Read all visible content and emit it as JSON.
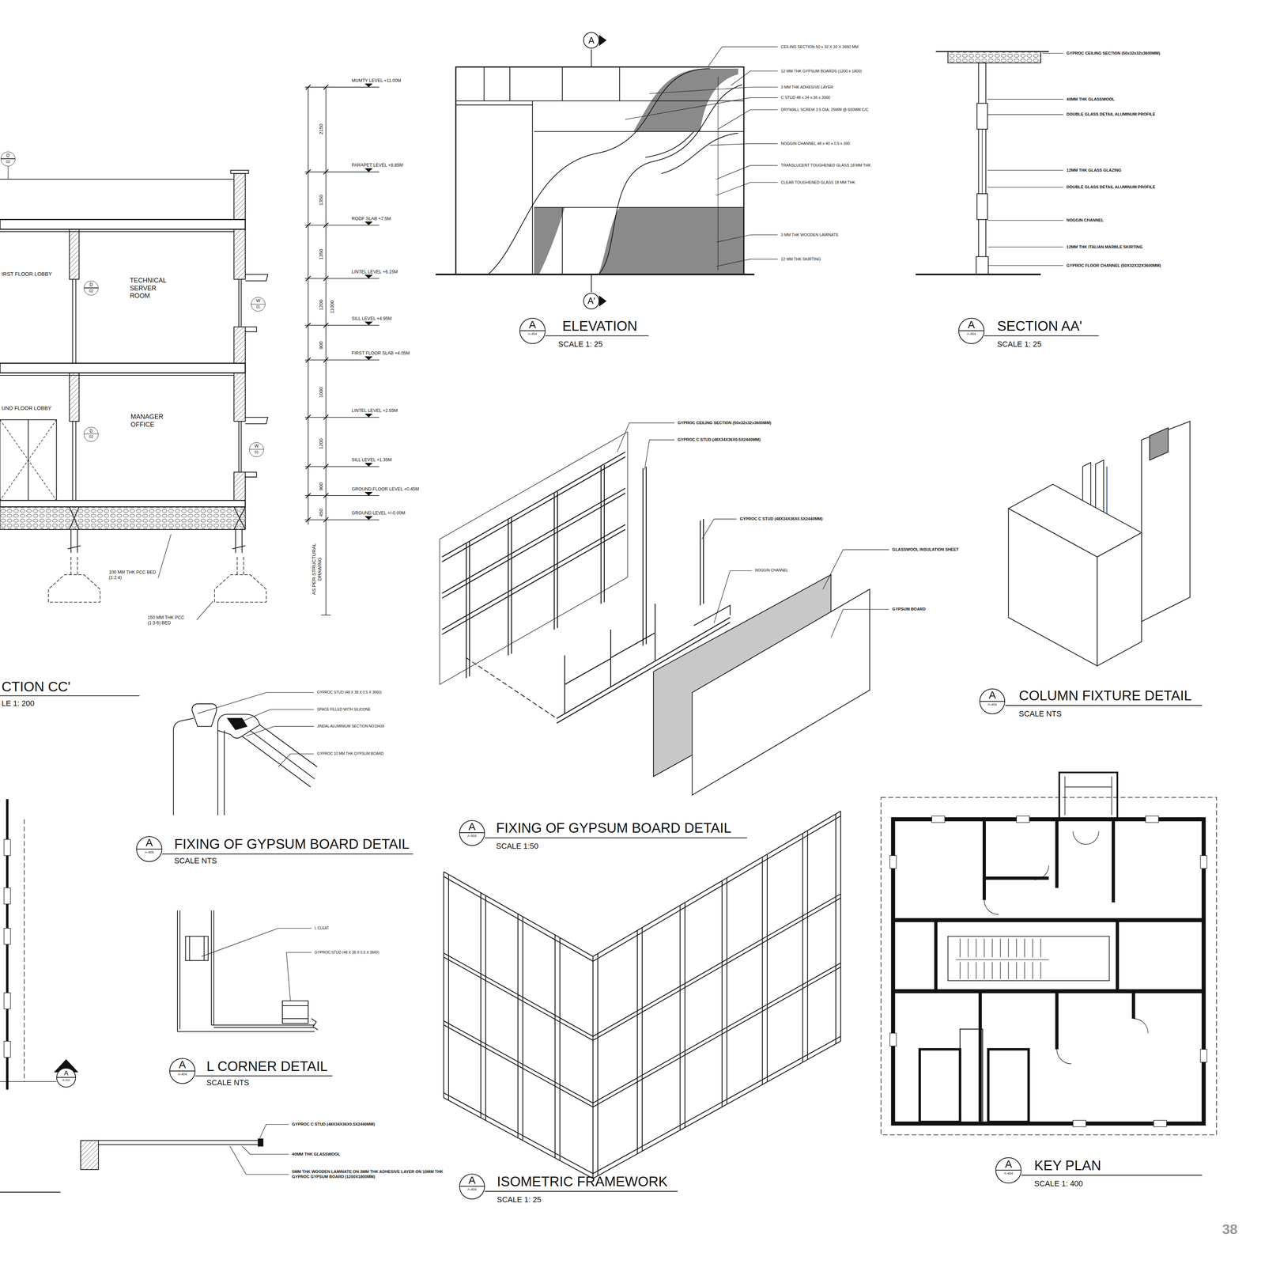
{
  "diagram": {
    "nodes": [
      {
        "text": [
          "A"
        ]
      },
      {
        "text": [
          "D",
          "02"
        ]
      },
      {
        "text": [
          "D",
          "02"
        ]
      },
      {
        "text": [
          "W",
          "01"
        ]
      },
      {
        "text": [
          "A'"
        ]
      },
      {
        "text": [
          "A",
          "A-404"
        ]
      },
      {
        "text": [
          "A",
          "A-404"
        ]
      },
      {
        "text": [
          "D",
          "02"
        ]
      },
      {
        "text": [
          "W",
          "01"
        ]
      },
      {
        "text": [
          "A",
          "A-404"
        ]
      },
      {
        "text": [
          "A",
          "A-404"
        ]
      },
      {
        "text": [
          "A",
          "A-405"
        ]
      },
      {
        "text": [
          "A",
          "A-404"
        ]
      },
      {
        "text": [
          "A",
          "A-200"
        ]
      },
      {
        "text": [
          "A",
          "A-404"
        ]
      },
      {
        "text": [
          "A",
          "A-404"
        ]
      }
    ],
    "labels": [
      "IRST FLOOR LOBBY",
      "TECHNICAL SERVER ROOM",
      "UND FLOOR LOBBY",
      "MANAGER OFFICE",
      "100 MM THK PCC BED (1:2:4)",
      "150 MM THK PCC (1:3:6) BED",
      "CTION CC'",
      "LE 1: 200",
      "MUMTY LEVEL +11.00M",
      "PARAPET LEVEL +8.85M",
      "ROOF SLAB +7.5M",
      "LINTEL LEVEL +6.15M",
      "SILL LEVEL +4.95M",
      "FIRST FLOOR SLAB +4.05M",
      "LINTEL LEVEL +2.55M",
      "SILL LEVEL +1.35M",
      "GROUND FLOOR LEVEL +0.45M",
      "GROUND LEVEL +/-0.00M",
      "2150",
      "1350",
      "1350",
      "1200",
      "11000",
      "900",
      "1000",
      "1200",
      "900",
      "450",
      "AS PER STRUCTURAL DRAWING",
      "CEILING SECTION 50 x 32 X 32 X 3660 MM",
      "12 MM THK GYPSUM BOARDS (1200 x 1800)",
      "3 MM THK ADHESIVE LAYER",
      "C STUD 48 x 34 x 36 x 3060",
      "DRYWALL SCREW 3.5 DIA, 25MM @ 600MM C/C",
      "NOGGIN CHANNEL 48 x 40 x 0.5 x 390",
      "TRANSLUCENT TOUGHENED GLASS 18 MM THK",
      "CLEAR TOUGHENED GLASS 18 MM THK",
      "3 MM THK WOODEN LAMINATE",
      "12 MM THK SKIRTING",
      "ELEVATION",
      "SCALE 1: 25",
      "GYPROC CEILING SECTION (50x32x32x3600MM)",
      "40MM THK GLASSWOOL",
      "DOUBLE GLASS DETAIL ALUMINUM PROFILE",
      "12MM THK GLASS GLAZING",
      "DOUBLE GLASS DETAIL ALUMINUM PROFILE",
      "NOGGIN CHANNEL",
      "12MM THK ITALIAN MARBLE SKIRTING",
      "GYPROC FLOOR CHANNEL (50X32X32X3600MM)",
      "SECTION AA'",
      "SCALE 1: 25",
      "GYPROC CEILING SECTION (50x32x32x3600MM)",
      "GYPROC C STUD (48X34X36X0.5X2440MM)",
      "GYPROC C STUD (48X34X36X0.5X2440MM)",
      "NOGGIN CHANNEL",
      "GLASSWOOL INSULATION SHEET",
      "GYPSUM BOARD",
      "FIXING OF GYPSUM BOARD DETAIL",
      "SCALE 1:50",
      "COLUMN FIXTURE DETAIL",
      "SCALE NTS",
      "GYPROC STUD (48 X 38 X 0.5 X 3660)",
      "SPACE FILLED WITH SILICONE",
      "JINDAL ALUMINIUM SECTION NO19439",
      "GYPROC 10 MM THK GYPSUM BOARD",
      "FIXING OF GYPSUM BOARD DETAIL",
      "SCALE NTS",
      "L CLEAT",
      "GYPROC STUD (48 X 38 X 0.5 X 3660)",
      "L CORNER DETAIL",
      "SCALE NTS",
      "GYPROC C STUD (48X34X36X0.5X2440MM)",
      "40MM THK GLASSWOOL",
      "5MM THK WOODEN LAMINATE ON 3MM THK ADHESIVE LAYER ON 10MM THK GYPROC GYPSUM BOARD (1200X1800MM)",
      "ISOMETRIC FRAMEWORK",
      "SCALE 1: 25",
      "KEY PLAN",
      "SCALE 1: 400",
      "38"
    ]
  }
}
